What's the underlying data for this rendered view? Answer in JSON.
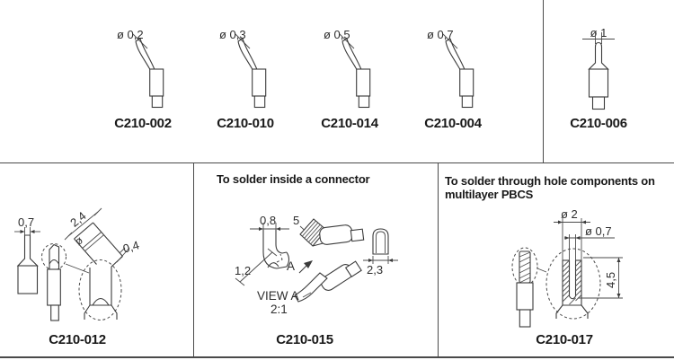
{
  "top_row": {
    "tips": [
      {
        "dim": "ø 0,2",
        "label": "C210-002"
      },
      {
        "dim": "ø 0,3",
        "label": "C210-010"
      },
      {
        "dim": "ø 0,5",
        "label": "C210-014"
      },
      {
        "dim": "ø 0,7",
        "label": "C210-004"
      },
      {
        "dim": "ø 1",
        "label": "C210-006"
      }
    ]
  },
  "panels": {
    "p012": {
      "label": "C210-012",
      "dim_07": "0,7",
      "dim_24": "2,4",
      "dim_dia": "ø",
      "dim_04": "0,4"
    },
    "p015": {
      "title": "To solder inside a connector",
      "label": "C210-015",
      "dim_08": "0,8",
      "dim_5": "5",
      "dim_12": "1,2",
      "view_ref": "A",
      "view_label": "VIEW A",
      "view_scale": "2:1",
      "dim_23": "2,3"
    },
    "p017": {
      "title": "To solder through hole components on multilayer PBCS",
      "label": "C210-017",
      "dim_2": "ø 2",
      "dim_07": "ø 0,7",
      "dim_45": "4,5"
    }
  },
  "colors": {
    "line": "#3b3b3b",
    "text": "#191919",
    "background": "#ffffff"
  }
}
